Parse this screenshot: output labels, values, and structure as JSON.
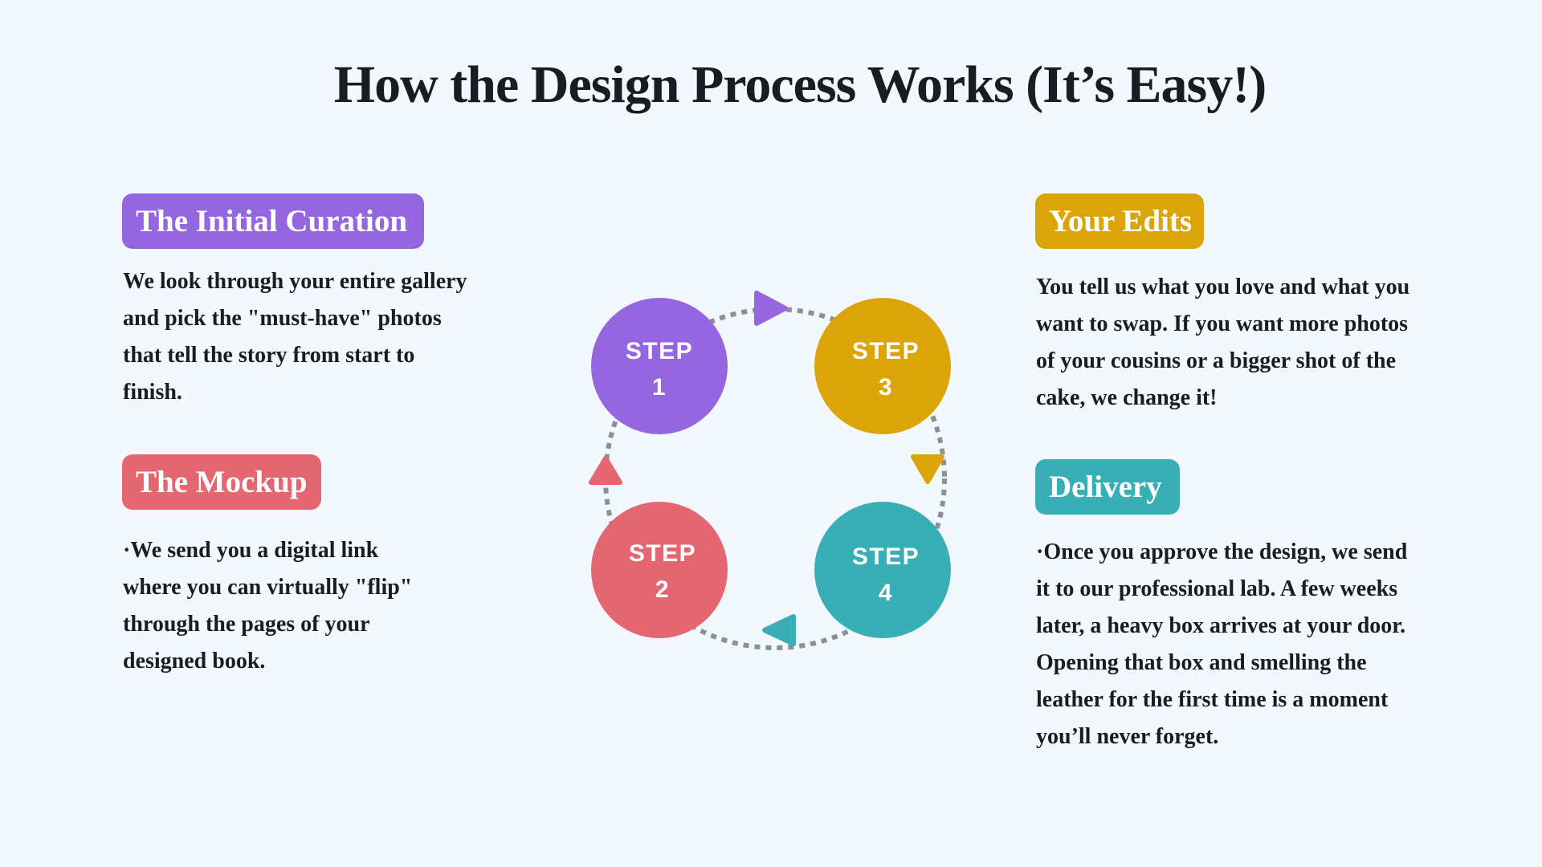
{
  "title": "How the Design Process Works (It’s Easy!)",
  "colors": {
    "purple": "#9466E0",
    "gold": "#DBA509",
    "red": "#E46670",
    "teal": "#38AEB5",
    "dots": "#8A9096",
    "background": "#F3F8FE"
  },
  "sections": {
    "curation": {
      "label": "The Initial Curation",
      "lines": [
        "We look through your entire gallery",
        "and pick the \"must-have\" photos",
        "that tell the story from start to",
        "finish."
      ]
    },
    "mockup": {
      "label": "The Mockup",
      "lines": [
        "·We send you a digital link",
        "where you can virtually \"flip\"",
        "through the pages of your",
        "designed book."
      ]
    },
    "edits": {
      "label": "Your Edits",
      "lines": [
        "You tell us what you love and what you",
        "want to swap. If you want more photos",
        "of your cousins or a bigger shot of the",
        "cake, we change it!"
      ]
    },
    "delivery": {
      "label": "Delivery",
      "lines": [
        "·Once you approve the design, we send",
        "it to our professional lab. A few weeks",
        "later, a heavy box arrives at your door.",
        "Opening that box and smelling the",
        "leather for the first time is a moment",
        "you’ll never forget."
      ]
    }
  },
  "steps": [
    {
      "word": "STEP",
      "number": "1"
    },
    {
      "word": "STEP",
      "number": "2"
    },
    {
      "word": "STEP",
      "number": "3"
    },
    {
      "word": "STEP",
      "number": "4"
    }
  ]
}
